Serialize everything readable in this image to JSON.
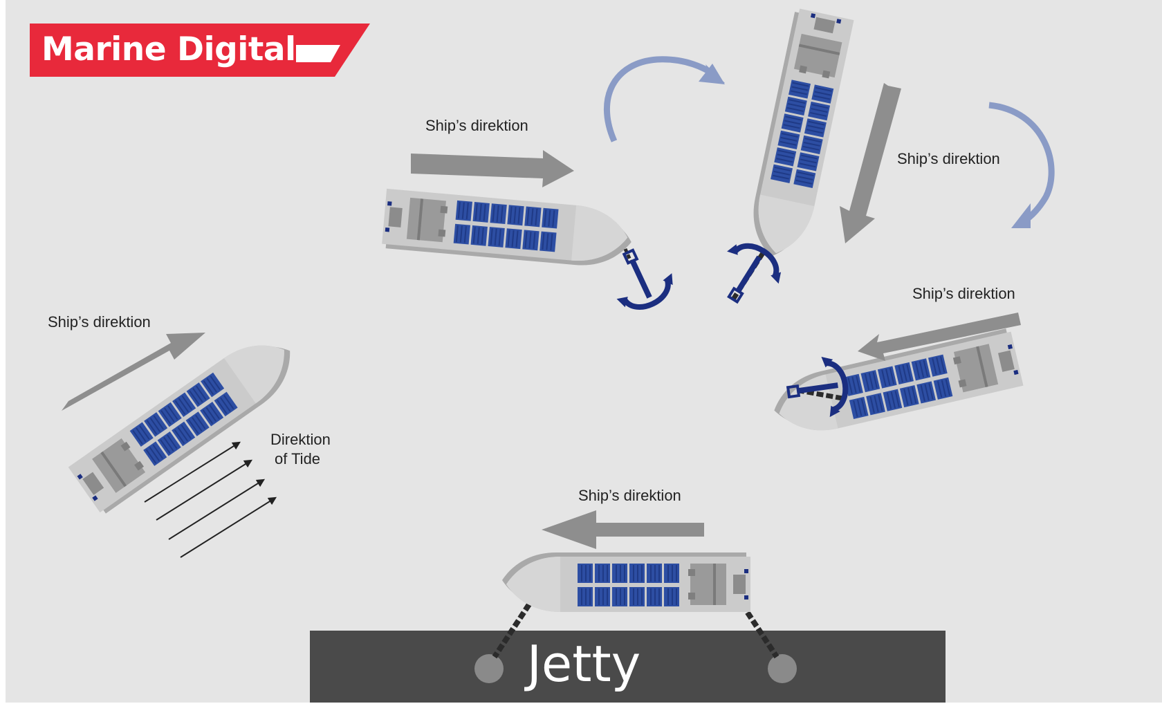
{
  "brand": {
    "name": "Marine Digital",
    "color": "#e8293b"
  },
  "labels": {
    "ship_direction_top": "Ship’s direktion",
    "ship_direction_right_top": "Ship’s direktion",
    "ship_direction_right_mid": "Ship’s direktion",
    "ship_direction_left": "Ship’s direktion",
    "ship_direction_bottom": "Ship’s direktion",
    "tide_line1": "Direktion",
    "tide_line2": "of Tide"
  },
  "jetty": {
    "label": "Jetty",
    "color": "#4a4a4a"
  },
  "colors": {
    "background": "#e5e5e5",
    "arrow_gray": "#8e8e8e",
    "rotation_arrow": "#8a9bc6",
    "anchor": "#1b2e80",
    "hull": "#c9c9c9",
    "container": "#2d4ea3"
  },
  "icons": [
    "ship-icon",
    "anchor-icon",
    "chain-icon",
    "bollard-icon",
    "direction-arrow-icon",
    "rotation-arrow-icon",
    "tide-arrow-icon"
  ]
}
